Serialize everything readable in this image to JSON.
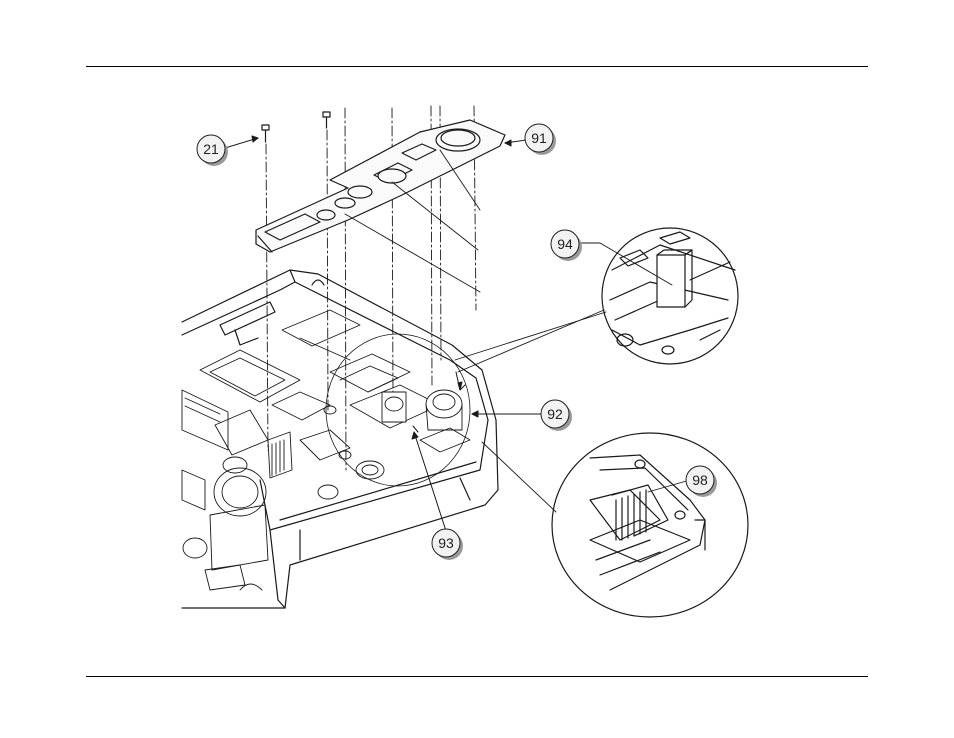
{
  "colors": {
    "rule": "#000000",
    "line": "#1a1a1a",
    "callout_fill": "#f2f2f2",
    "callout_shadow": "#9a9a9a"
  },
  "callouts": [
    {
      "id": "21",
      "label": "21"
    },
    {
      "id": "91",
      "label": "91"
    },
    {
      "id": "94",
      "label": "94"
    },
    {
      "id": "92",
      "label": "92"
    },
    {
      "id": "93",
      "label": "93"
    },
    {
      "id": "98",
      "label": "98"
    }
  ]
}
